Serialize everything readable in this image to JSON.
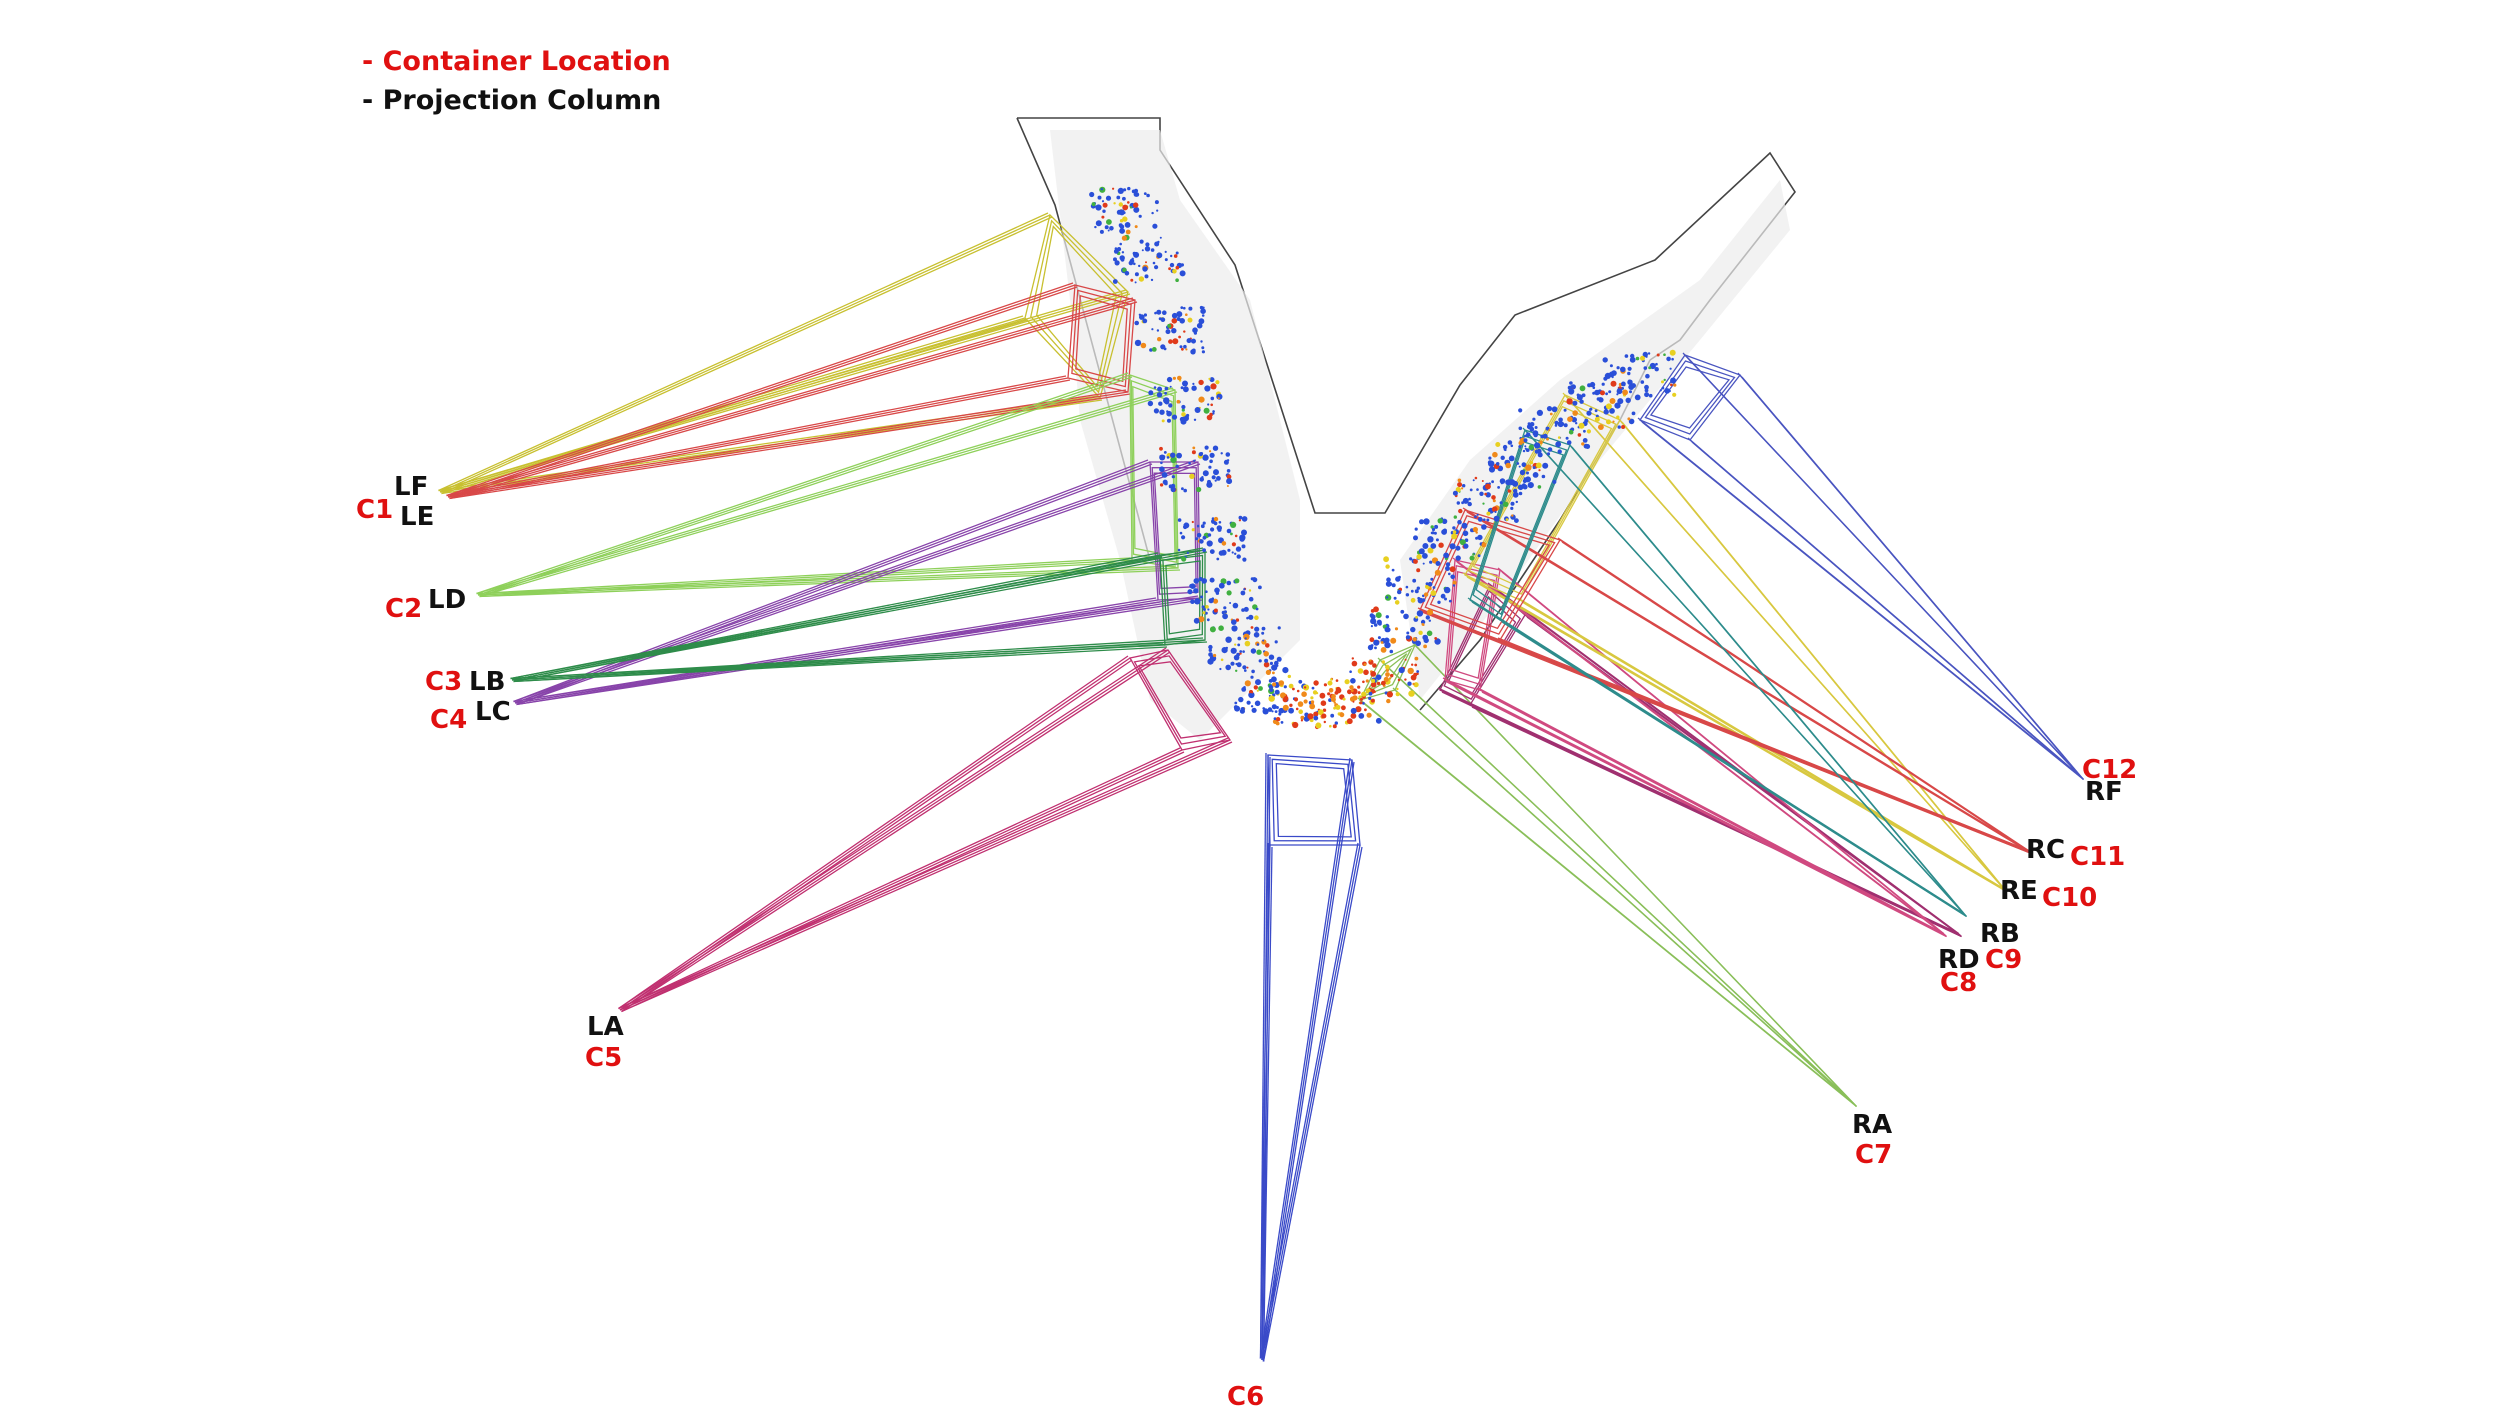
{
  "legend": {
    "container": "- Container Location",
    "projection": "- Projection Column"
  },
  "colors": {
    "container": "#e01010",
    "projection": "#111111",
    "scan_blue": "#2a4fd8",
    "scan_red": "#e03a1a",
    "scan_orange": "#f08a1a",
    "scan_yellow": "#e8d020",
    "scan_green": "#40b040"
  },
  "frustums": [
    {
      "id": "LF",
      "color": "#c8c030"
    },
    {
      "id": "LE",
      "color": "#d84848"
    },
    {
      "id": "LD",
      "color": "#8ed05a"
    },
    {
      "id": "LC",
      "color": "#8844aa"
    },
    {
      "id": "LB",
      "color": "#2e8c4a"
    },
    {
      "id": "LA",
      "color": "#c03070"
    },
    {
      "id": "C6",
      "color": "#3a4ac8"
    },
    {
      "id": "RA",
      "color": "#8abf5a"
    },
    {
      "id": "RB",
      "color": "#a03070"
    },
    {
      "id": "RD",
      "color": "#d04a80"
    },
    {
      "id": "RE",
      "color": "#d8c840"
    },
    {
      "id": "RC",
      "color": "#d84848"
    },
    {
      "id": "RX",
      "color": "#2e8c8c"
    },
    {
      "id": "RF",
      "color": "#4a55c0"
    }
  ],
  "labels": {
    "LF": "LF",
    "LE": "LE",
    "C1": "C1",
    "LD": "LD",
    "C2": "C2",
    "C3": "C3",
    "LB": "LB",
    "C4": "C4",
    "LC": "LC",
    "LA": "LA",
    "C5": "C5",
    "C6": "C6",
    "RA": "RA",
    "C7": "C7",
    "RB": "RB",
    "RD": "RD",
    "C9": "C9",
    "C8": "C8",
    "RE": "RE",
    "C10": "C10",
    "RC": "RC",
    "C11": "C11",
    "C12": "C12",
    "RF": "RF"
  }
}
